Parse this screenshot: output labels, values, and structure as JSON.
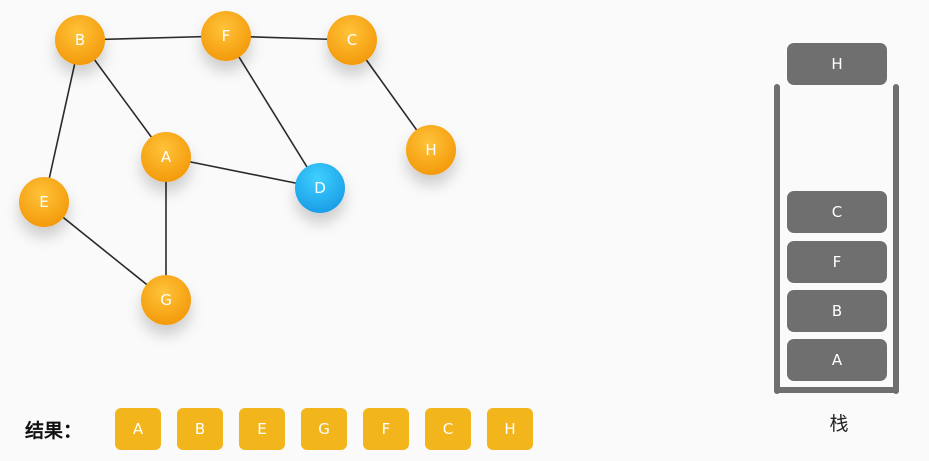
{
  "graph": {
    "nodes": [
      {
        "id": "B",
        "label": "B",
        "state": "visited"
      },
      {
        "id": "F",
        "label": "F",
        "state": "visited"
      },
      {
        "id": "C",
        "label": "C",
        "state": "visited"
      },
      {
        "id": "H",
        "label": "H",
        "state": "visited"
      },
      {
        "id": "A",
        "label": "A",
        "state": "visited"
      },
      {
        "id": "D",
        "label": "D",
        "state": "current"
      },
      {
        "id": "E",
        "label": "E",
        "state": "visited"
      },
      {
        "id": "G",
        "label": "G",
        "state": "visited"
      }
    ],
    "edges": [
      [
        "B",
        "F"
      ],
      [
        "F",
        "C"
      ],
      [
        "B",
        "A"
      ],
      [
        "B",
        "E"
      ],
      [
        "F",
        "D"
      ],
      [
        "C",
        "H"
      ],
      [
        "A",
        "D"
      ],
      [
        "A",
        "G"
      ],
      [
        "E",
        "G"
      ]
    ],
    "colors": {
      "visited": "#f5a50f",
      "current": "#1fb4ee",
      "edge": "#2a2a2a"
    }
  },
  "stack": {
    "caption": "栈",
    "top_item": "H",
    "items_bottom_to_top": [
      "A",
      "B",
      "F",
      "C"
    ]
  },
  "result": {
    "label": "结果：",
    "sequence": [
      "A",
      "B",
      "E",
      "G",
      "F",
      "C",
      "H"
    ]
  }
}
